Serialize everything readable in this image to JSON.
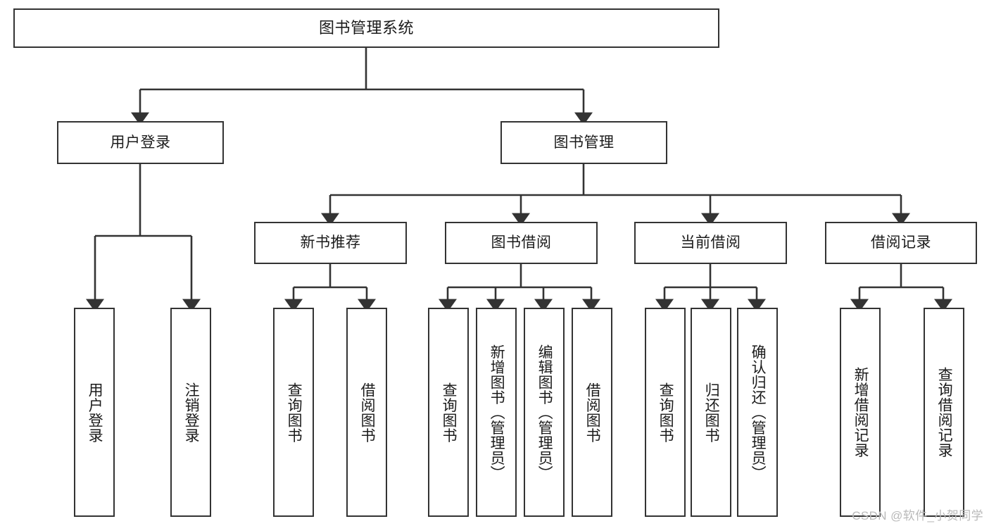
{
  "diagram": {
    "title": "图书管理系统",
    "type": "tree-hierarchy",
    "root": {
      "label": "图书管理系统"
    },
    "level2": [
      {
        "label": "用户登录"
      },
      {
        "label": "图书管理"
      }
    ],
    "level3": [
      {
        "label": "新书推荐"
      },
      {
        "label": "图书借阅"
      },
      {
        "label": "当前借阅"
      },
      {
        "label": "借阅记录"
      }
    ],
    "leaves": {
      "user_login": [
        {
          "label": "用户登录"
        },
        {
          "label": "注销登录"
        }
      ],
      "new_book_recommend": [
        {
          "label": "查询图书"
        },
        {
          "label": "借阅图书"
        }
      ],
      "book_borrow": [
        {
          "label": "查询图书"
        },
        {
          "label": "新增图书（管理员）"
        },
        {
          "label": "编辑图书（管理员）"
        },
        {
          "label": "借阅图书"
        }
      ],
      "current_borrow": [
        {
          "label": "查询图书"
        },
        {
          "label": "归还图书"
        },
        {
          "label": "确认归还（管理员）"
        }
      ],
      "borrow_record": [
        {
          "label": "新增借阅记录"
        },
        {
          "label": "查询借阅记录"
        }
      ]
    }
  },
  "watermark": {
    "text": "CSDN @软件_小贺同学"
  },
  "colors": {
    "stroke": "#333333",
    "fill": "#ffffff",
    "text": "#1b1b1b",
    "watermark": "#b9b9b9"
  }
}
